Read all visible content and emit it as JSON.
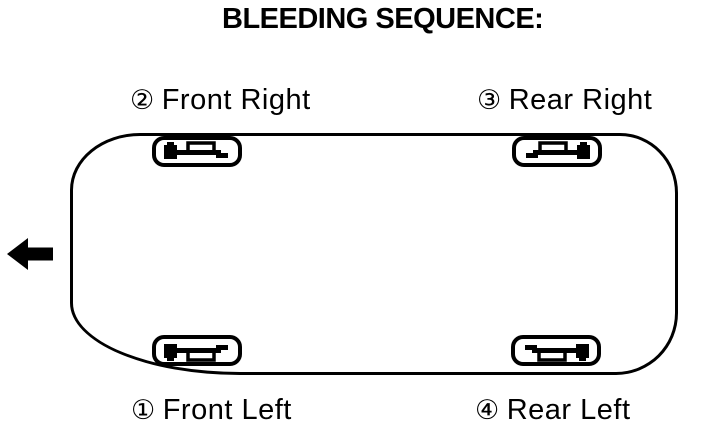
{
  "title": "BLEEDING SEQUENCE:",
  "colors": {
    "ink": "#000000",
    "paper": "#ffffff"
  },
  "icons": {
    "front_arrow": "solid-left-arrow",
    "brake_caliper": "caliper-with-bleeder-valve"
  },
  "diagram": {
    "labels": {
      "front_left": {
        "number": "①",
        "name": "Front Left"
      },
      "front_right": {
        "number": "②",
        "name": "Front Right"
      },
      "rear_right": {
        "number": "③",
        "name": "Rear Right"
      },
      "rear_left": {
        "number": "④",
        "name": "Rear Left"
      }
    }
  }
}
